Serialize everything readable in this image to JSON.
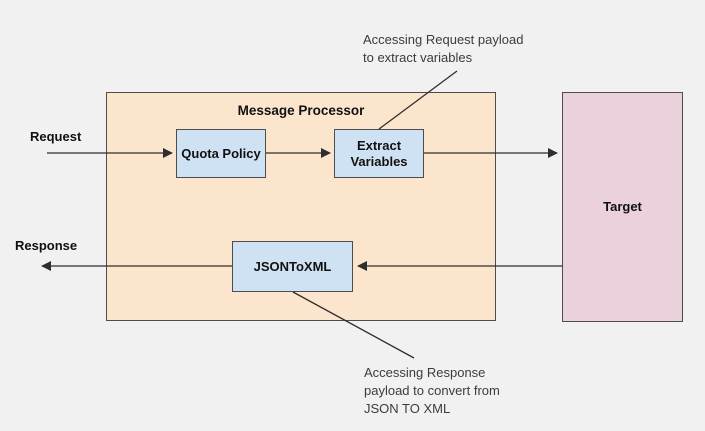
{
  "diagram": {
    "container": {
      "title": "Message Processor",
      "fill": "#fce5cd"
    },
    "nodes": {
      "quota_policy": {
        "label": "Quota Policy",
        "fill": "#cfe2f3"
      },
      "extract_variables": {
        "label": "Extract Variables",
        "fill": "#cfe2f3"
      },
      "json_to_xml": {
        "label": "JSONToXML",
        "fill": "#cfe2f3"
      },
      "target": {
        "label": "Target",
        "fill": "#ead1dc"
      }
    },
    "flow_labels": {
      "request": "Request",
      "response": "Response"
    },
    "annotations": {
      "request_payload": "Accessing Request payload\nto extract variables",
      "response_payload": "Accessing Response\npayload to convert from\nJSON TO XML"
    },
    "colors": {
      "background": "#f1f1f2",
      "border": "#4d4d4d",
      "line": "#2e2e2e",
      "label_text": "#111111",
      "annotation_text": "#3c3c3c"
    }
  }
}
